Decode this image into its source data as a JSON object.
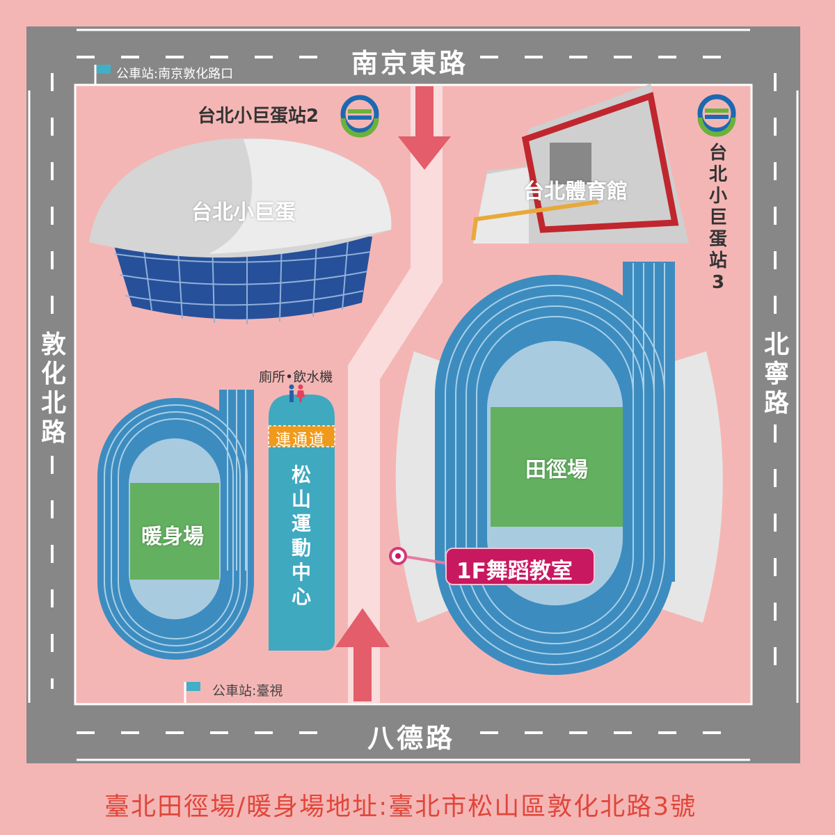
{
  "roads": {
    "north": "南京東路",
    "south": "八德路",
    "west": "敦化北路",
    "east": "北寧路"
  },
  "bus_stops": [
    {
      "label": "公車站:南京敦化路口"
    },
    {
      "label": "公車站:臺視"
    }
  ],
  "stations": [
    {
      "label": "台北小巨蛋站2"
    },
    {
      "label": "台北小巨蛋站3"
    }
  ],
  "buildings": {
    "arena": "台北小巨蛋",
    "gym": "台北體育館",
    "track": "田徑場",
    "warmup": "暖身場",
    "sports_center": "松山運動中心",
    "corridor": "連通道",
    "facilities": "廁所•飲水機"
  },
  "marker": {
    "label": "1F舞蹈教室"
  },
  "footer": "臺北田徑場/暖身場地址:臺北市松山區敦化北路3號",
  "colors": {
    "road": "#878787",
    "background": "#f4b6b5",
    "path": "#fadcdc",
    "arrow": "#e35d6a",
    "track": "#3d8cc0",
    "field": "#63b060",
    "teal": "#3fa9c0",
    "marker": "#c8185f",
    "footer": "#e0463a"
  }
}
